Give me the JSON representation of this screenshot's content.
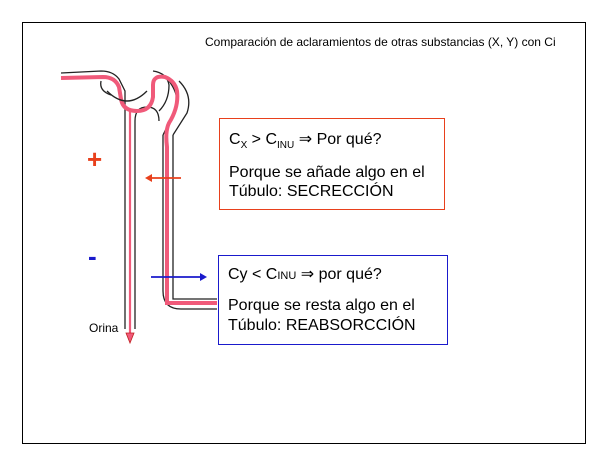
{
  "slide": {
    "title": "Comparación de aclaramientos de otras substancias (X, Y) con Ci",
    "diagram": {
      "plus_sign": "+",
      "minus_sign": "-",
      "urine_label": "Orina"
    },
    "box_x": {
      "c": "C",
      "sub_x": "X",
      "gt": " > C",
      "sub_inu": "INU",
      "tail": " ⇒ Por qué?",
      "body": "Porque se añade algo en el Túbulo: SECRECCIÓN"
    },
    "box_y": {
      "head": "Cy  < C",
      "inu": "INU",
      "tail": " ⇒ por qué?",
      "body": "Porque se resta algo en el Túbulo: REABSORCCIÓN"
    },
    "colors": {
      "secretion": "#e8401c",
      "reabsorption": "#1a1acc",
      "tubule_fill": "#f05a7a"
    }
  }
}
